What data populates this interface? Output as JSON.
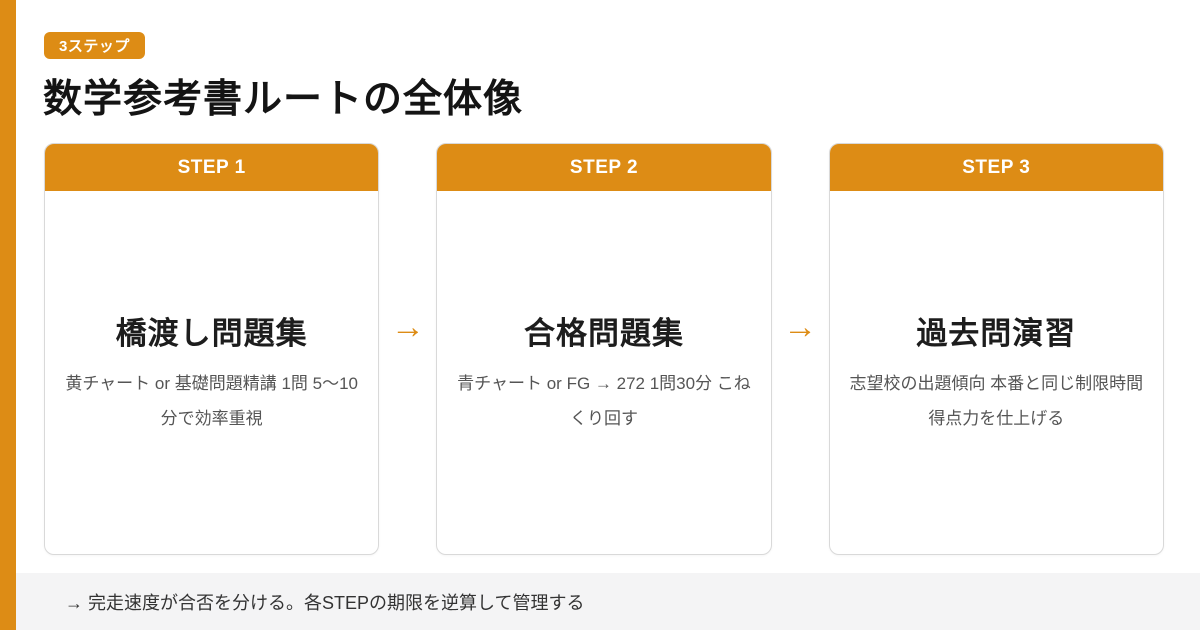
{
  "colors": {
    "accent": "#DD8C15",
    "card_border": "#D9D9D9",
    "footer_bg": "#F4F4F5",
    "title_text": "#141414",
    "desc_text": "#555555",
    "footer_text": "#333333"
  },
  "badge": {
    "label": "3ステップ"
  },
  "title": "数学参考書ルートの全体像",
  "arrow_glyph": "→",
  "steps": [
    {
      "header": "STEP 1",
      "title": "橋渡し問題集",
      "description": "黄チャート or 基礎問題精講 1問 5〜10分で効率重視"
    },
    {
      "header": "STEP 2",
      "title": "合格問題集",
      "description": "青チャート or FG → 272 1問30分 こねくり回す"
    },
    {
      "header": "STEP 3",
      "title": "過去問演習",
      "description": "志望校の出題傾向 本番と同じ制限時間 得点力を仕上げる"
    }
  ],
  "footer": {
    "note": "→ 完走速度が合否を分ける。各STEPの期限を逆算して管理する"
  }
}
